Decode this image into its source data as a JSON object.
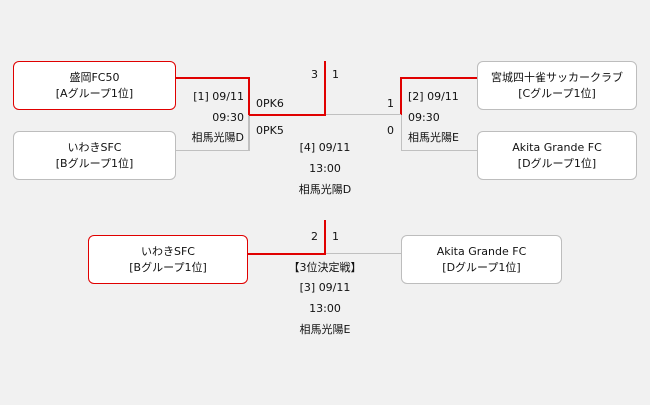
{
  "semifinal_left": {
    "top_team": {
      "name": "盛岡FC50",
      "group": "[Aグループ1位]"
    },
    "bottom_team": {
      "name": "いわきSFC",
      "group": "[Bグループ1位]"
    },
    "match_label": "[1] 09/11",
    "time": "09:30",
    "venue": "相馬光陽D",
    "pk_top": "0PK6",
    "pk_bottom": "0PK5"
  },
  "semifinal_right": {
    "top_team": {
      "name": "宮城四十雀サッカークラブ",
      "group": "[Cグループ1位]"
    },
    "bottom_team": {
      "name": "Akita Grande FC",
      "group": "[Dグループ1位]"
    },
    "match_label": "[2] 09/11",
    "time": "09:30",
    "venue": "相馬光陽E",
    "score_top": "1",
    "score_bottom": "0"
  },
  "final": {
    "score_left": "3",
    "score_right": "1",
    "match_label": "[4] 09/11",
    "time": "13:00",
    "venue": "相馬光陽D"
  },
  "third_place": {
    "left_team": {
      "name": "いわきSFC",
      "group": "[Bグループ1位]"
    },
    "right_team": {
      "name": "Akita Grande FC",
      "group": "[Dグループ1位]"
    },
    "score_left": "2",
    "score_right": "1",
    "title": "【3位決定戦】",
    "match_label": "[3] 09/11",
    "time": "13:00",
    "venue": "相馬光陽E"
  },
  "colors": {
    "winner_line": "#e00000",
    "loser_line": "#c0c0c0",
    "background": "#f1f1f1"
  }
}
